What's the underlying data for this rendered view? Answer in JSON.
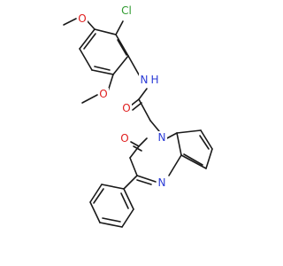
{
  "atoms": [
    {
      "id": "Cl",
      "text": "Cl",
      "color": "#2e9a2e"
    },
    {
      "id": "O_ome1",
      "text": "O",
      "color": "#e02020"
    },
    {
      "id": "O_ome2",
      "text": "O",
      "color": "#e02020"
    },
    {
      "id": "N_amide",
      "text": "N",
      "color": "#2b3bd6"
    },
    {
      "id": "H_amide",
      "text": "H",
      "color": "#2b3bd6"
    },
    {
      "id": "O_amide",
      "text": "O",
      "color": "#e02020"
    },
    {
      "id": "O_lactam",
      "text": "O",
      "color": "#e02020"
    },
    {
      "id": "N1",
      "text": "N",
      "color": "#2b3bd6"
    },
    {
      "id": "N4",
      "text": "N",
      "color": "#2b3bd6"
    }
  ]
}
